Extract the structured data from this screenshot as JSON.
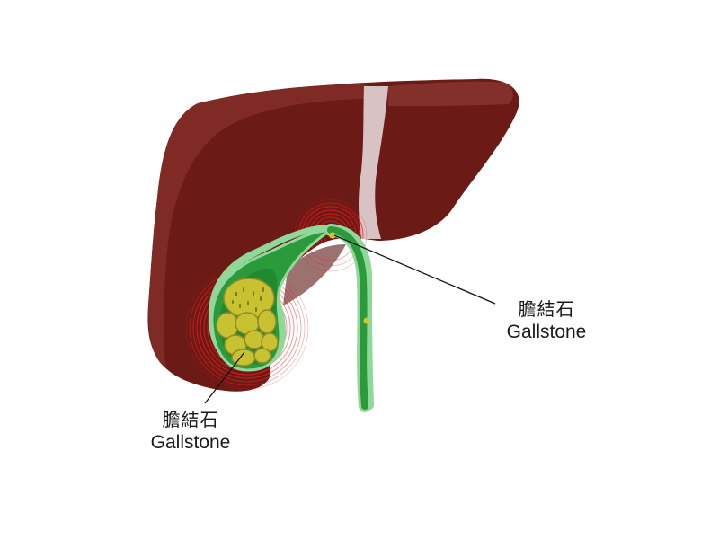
{
  "diagram": {
    "subject": "Liver with gallbladder containing gallstones",
    "colors": {
      "liver": "#6b1a15",
      "liver_highlight": "#7f2a24",
      "ligament": "#d9c2c4",
      "gallbladder": "#2a9a3a",
      "gallbladder_rim": "#8fd89a",
      "stone": "#c9c230",
      "stone_edge": "#8f8a2a",
      "inflammation": "#e01a1a",
      "leader_line": "#111111"
    },
    "labels": [
      {
        "id": "right",
        "zh": "膽結石",
        "en": "Gallstone",
        "points_to": "stone in cystic duct"
      },
      {
        "id": "left",
        "zh": "膽結石",
        "en": "Gallstone",
        "points_to": "stones in gallbladder"
      }
    ]
  }
}
